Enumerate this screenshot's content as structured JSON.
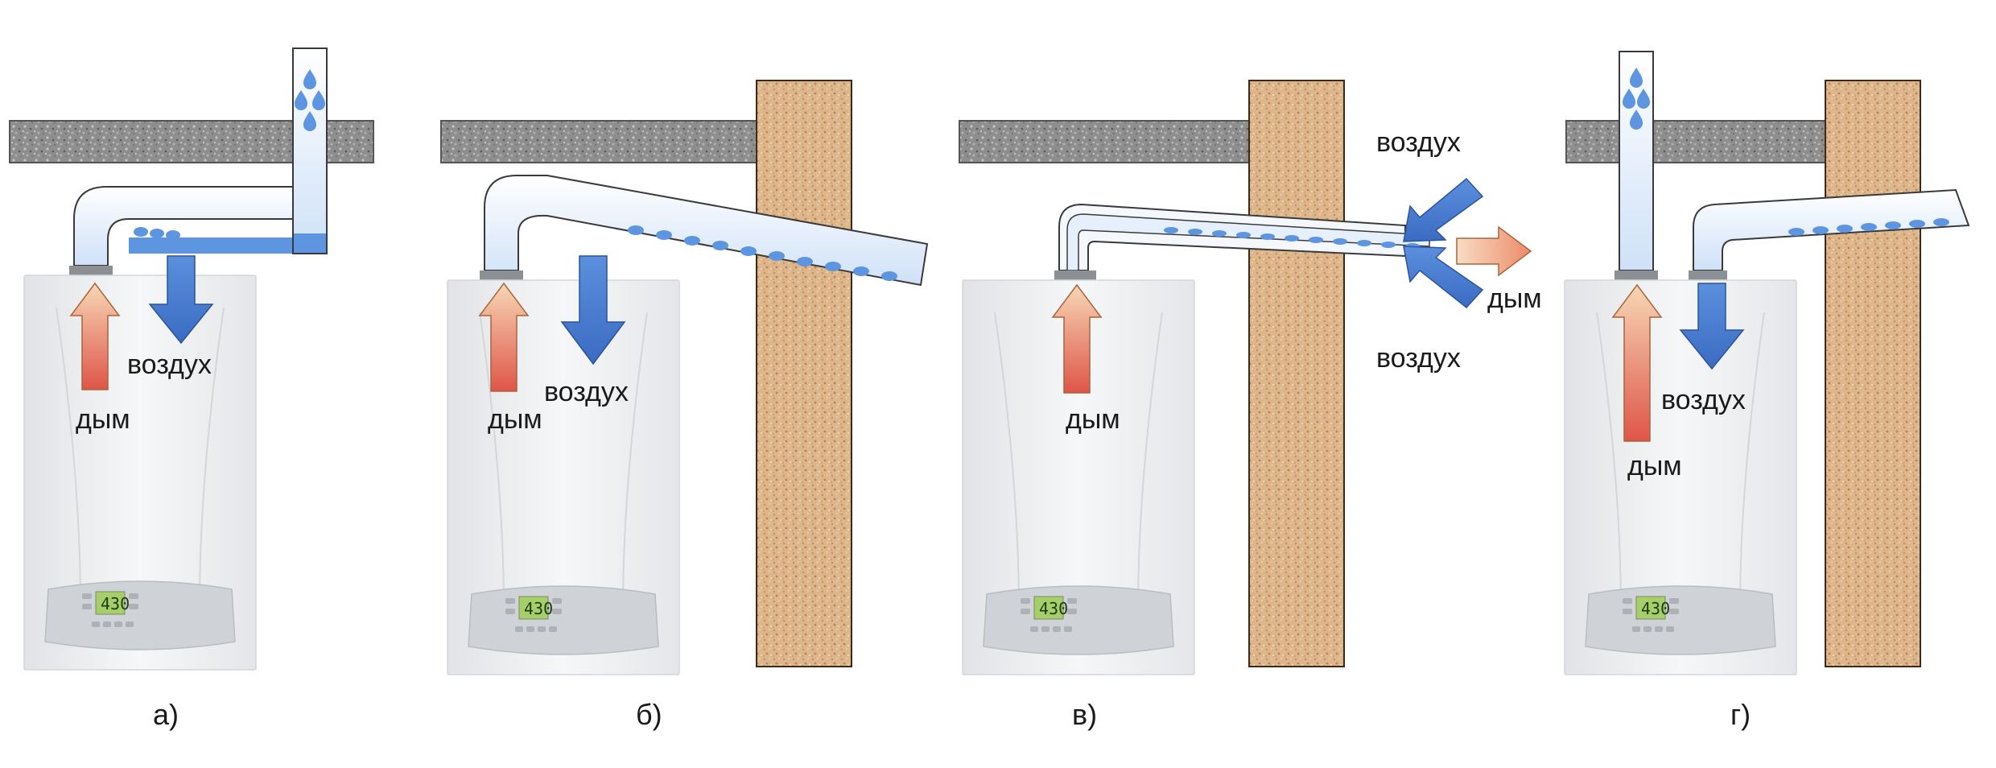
{
  "labels": {
    "smoke": "дым",
    "air": "воздух"
  },
  "panels": [
    {
      "id": "a",
      "caption": "а)"
    },
    {
      "id": "b",
      "caption": "б)"
    },
    {
      "id": "v",
      "caption": "в)"
    },
    {
      "id": "g",
      "caption": "г)"
    }
  ],
  "boiler": {
    "display_value": "430"
  },
  "colors": {
    "air_arrow": "#4a7fd0",
    "smoke_arrow_top": "#f6d4b3",
    "smoke_arrow_bottom": "#e0574a",
    "pipe_fill": "#e9f2fd",
    "water": "#5d95e0",
    "wall": "#ddb58a",
    "slab": "#8b8b8b"
  },
  "icons": [
    "boiler-icon",
    "pipe-icon",
    "water-drop-icon",
    "wall-icon",
    "ceiling-slab-icon",
    "arrow-icon"
  ]
}
